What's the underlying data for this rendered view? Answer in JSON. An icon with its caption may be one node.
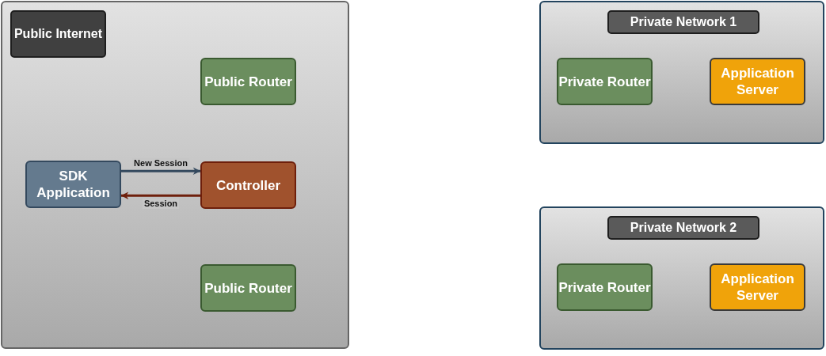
{
  "diagram": {
    "nodes": [
      {
        "text": [
          "Public Internet"
        ]
      },
      {
        "text": [
          "Public Router"
        ],
        "in": 0
      },
      {
        "text": [
          "SDK Application"
        ],
        "in": 0
      },
      {
        "text": [
          "Controller"
        ],
        "in": 0
      },
      {
        "text": [
          "Public Router"
        ],
        "in": 0
      },
      {
        "text": [
          "Private Network 1"
        ]
      },
      {
        "text": [
          "Private Router"
        ],
        "in": 5
      },
      {
        "text": [
          "Application Server"
        ],
        "in": 5
      },
      {
        "text": [
          "Private Network 2"
        ]
      },
      {
        "text": [
          "Private Router"
        ],
        "in": 8
      },
      {
        "text": [
          "Application Server"
        ],
        "in": 8
      }
    ],
    "edges": [
      {
        "from": 2,
        "to": 3,
        "arrow": "to",
        "label": "New Session",
        "color": "#34495e"
      },
      {
        "from": 3,
        "to": 2,
        "arrow": "to",
        "label": "Session",
        "color": "#6e1f0b"
      }
    ]
  }
}
